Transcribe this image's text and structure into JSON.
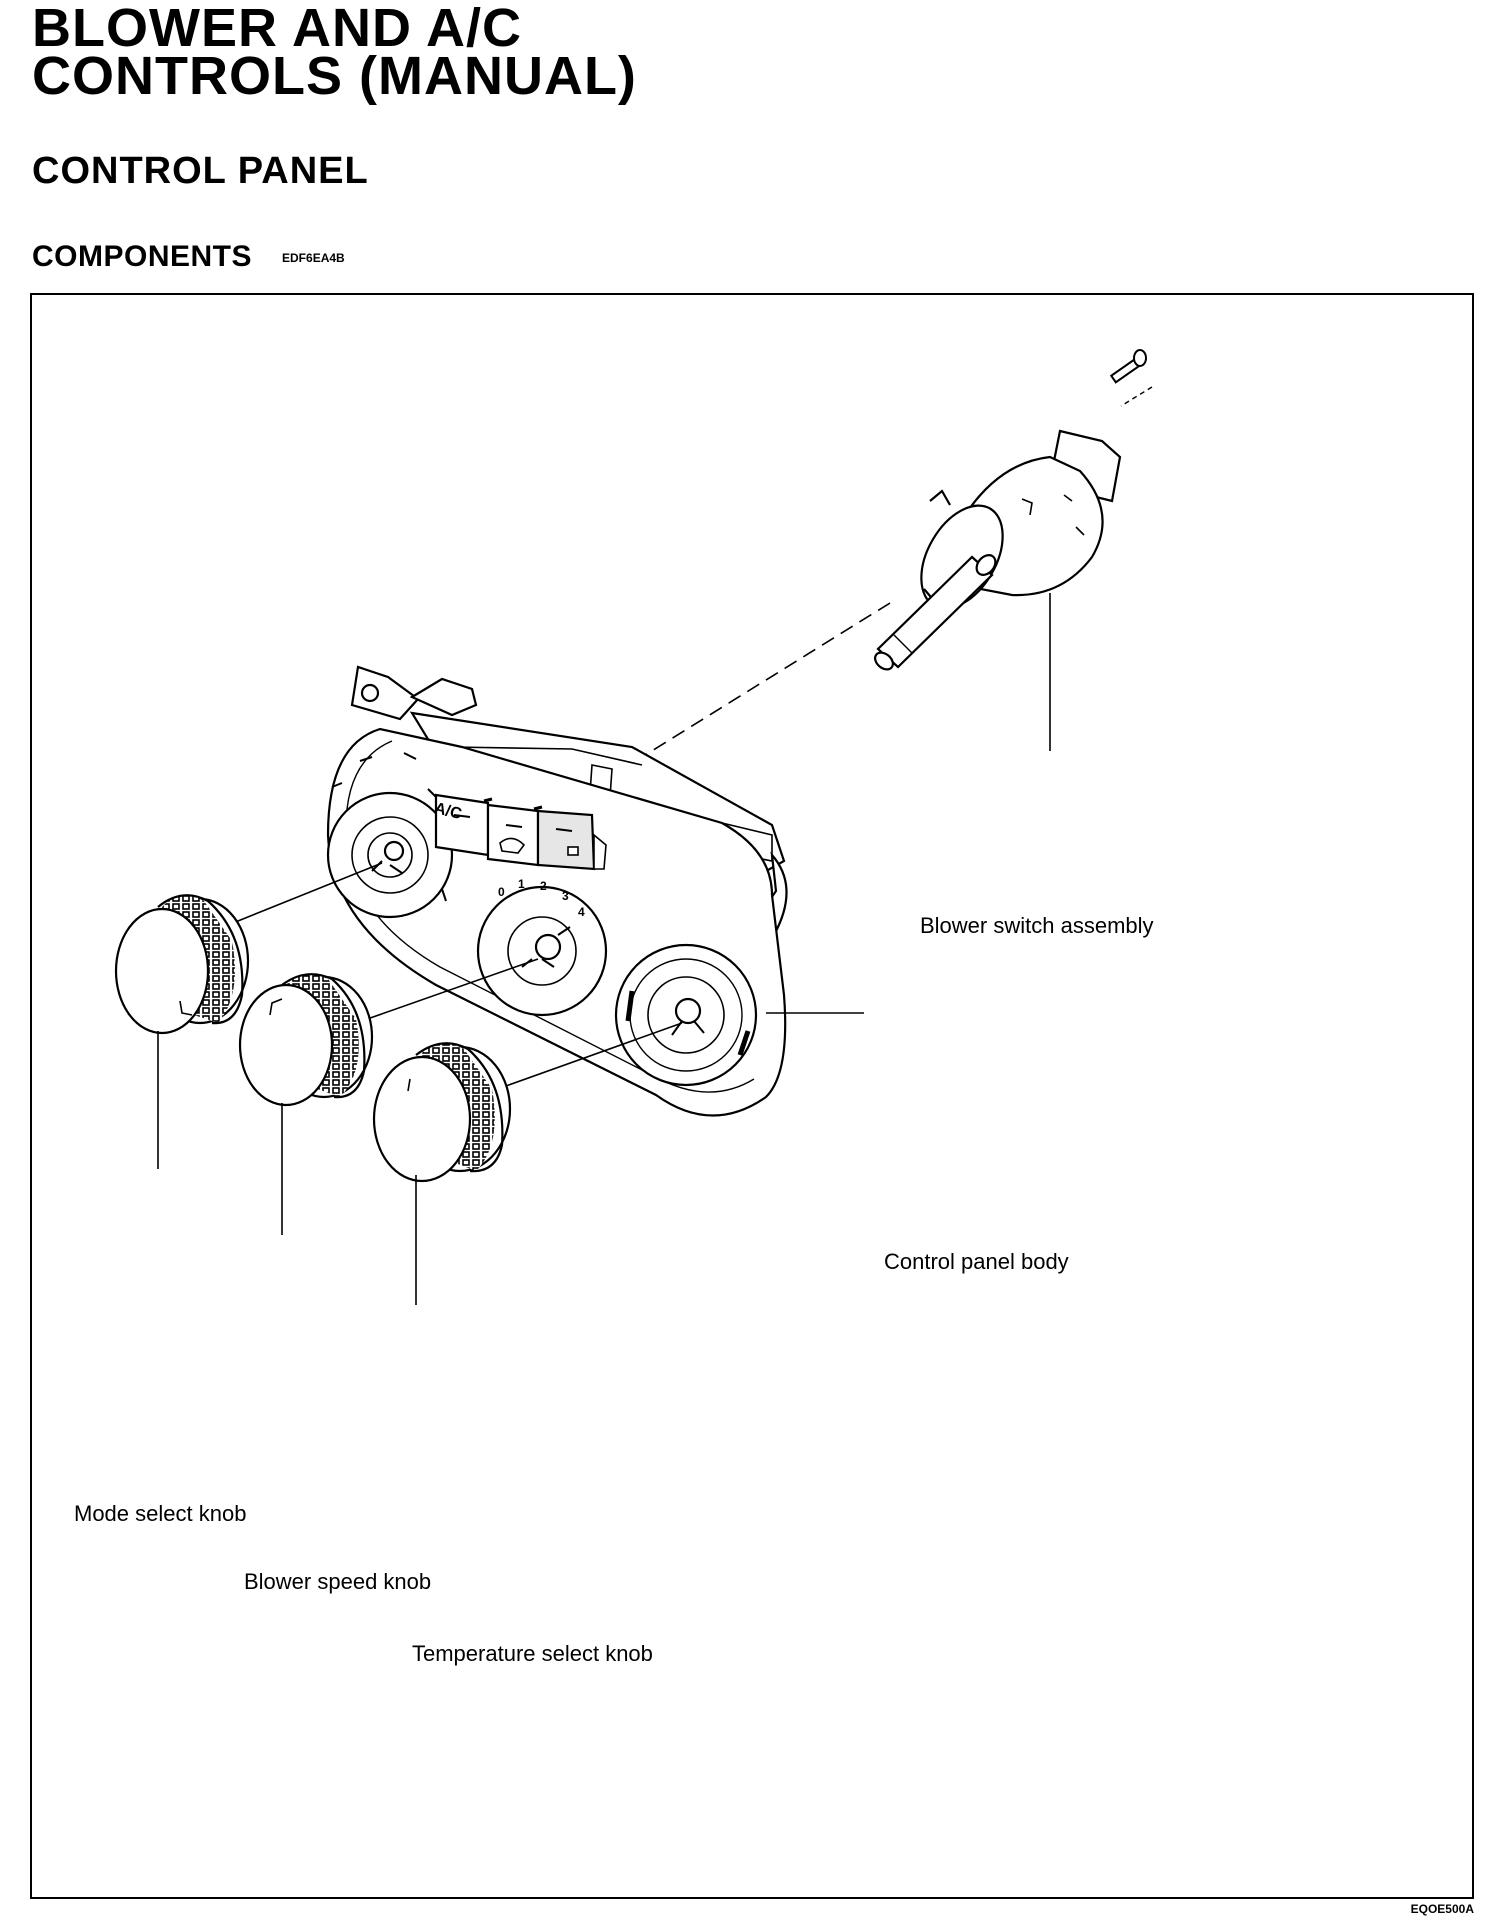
{
  "header": {
    "title_line1": "BLOWER AND A/C",
    "title_line2": "CONTROLS (MANUAL)",
    "section": "CONTROL PANEL",
    "subsection": "COMPONENTS",
    "subsection_code": "EDF6EA4B"
  },
  "diagram": {
    "button_ac": "A/C",
    "blower_ticks": [
      "0",
      "1",
      "2",
      "3",
      "4"
    ],
    "labels": {
      "blower_switch_assembly": "Blower switch assembly",
      "control_panel_body": "Control panel body",
      "mode_select_knob": "Mode select knob",
      "blower_speed_knob": "Blower speed knob",
      "temperature_select_knob": "Temperature select knob"
    },
    "figure_code": "EQOE500A"
  }
}
